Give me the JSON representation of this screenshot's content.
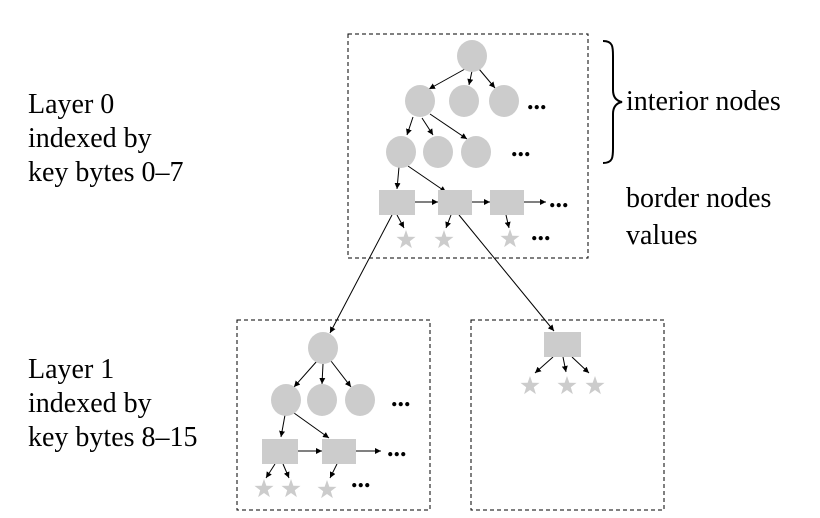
{
  "layer0": {
    "lines": [
      "Layer 0",
      "indexed by",
      "key bytes 0–7"
    ]
  },
  "layer1": {
    "lines": [
      "Layer 1",
      "indexed by",
      "key bytes 8–15"
    ]
  },
  "legend": {
    "interior": "interior nodes",
    "border": "border nodes",
    "values": "values"
  },
  "ellipsis": "...",
  "colors": {
    "node_fill": "#cccccc",
    "line": "#000000",
    "box_border": "#000000"
  },
  "icons": {
    "interior_node": "circle",
    "border_node": "rectangle",
    "value": "star",
    "grouping": "curly-brace"
  }
}
